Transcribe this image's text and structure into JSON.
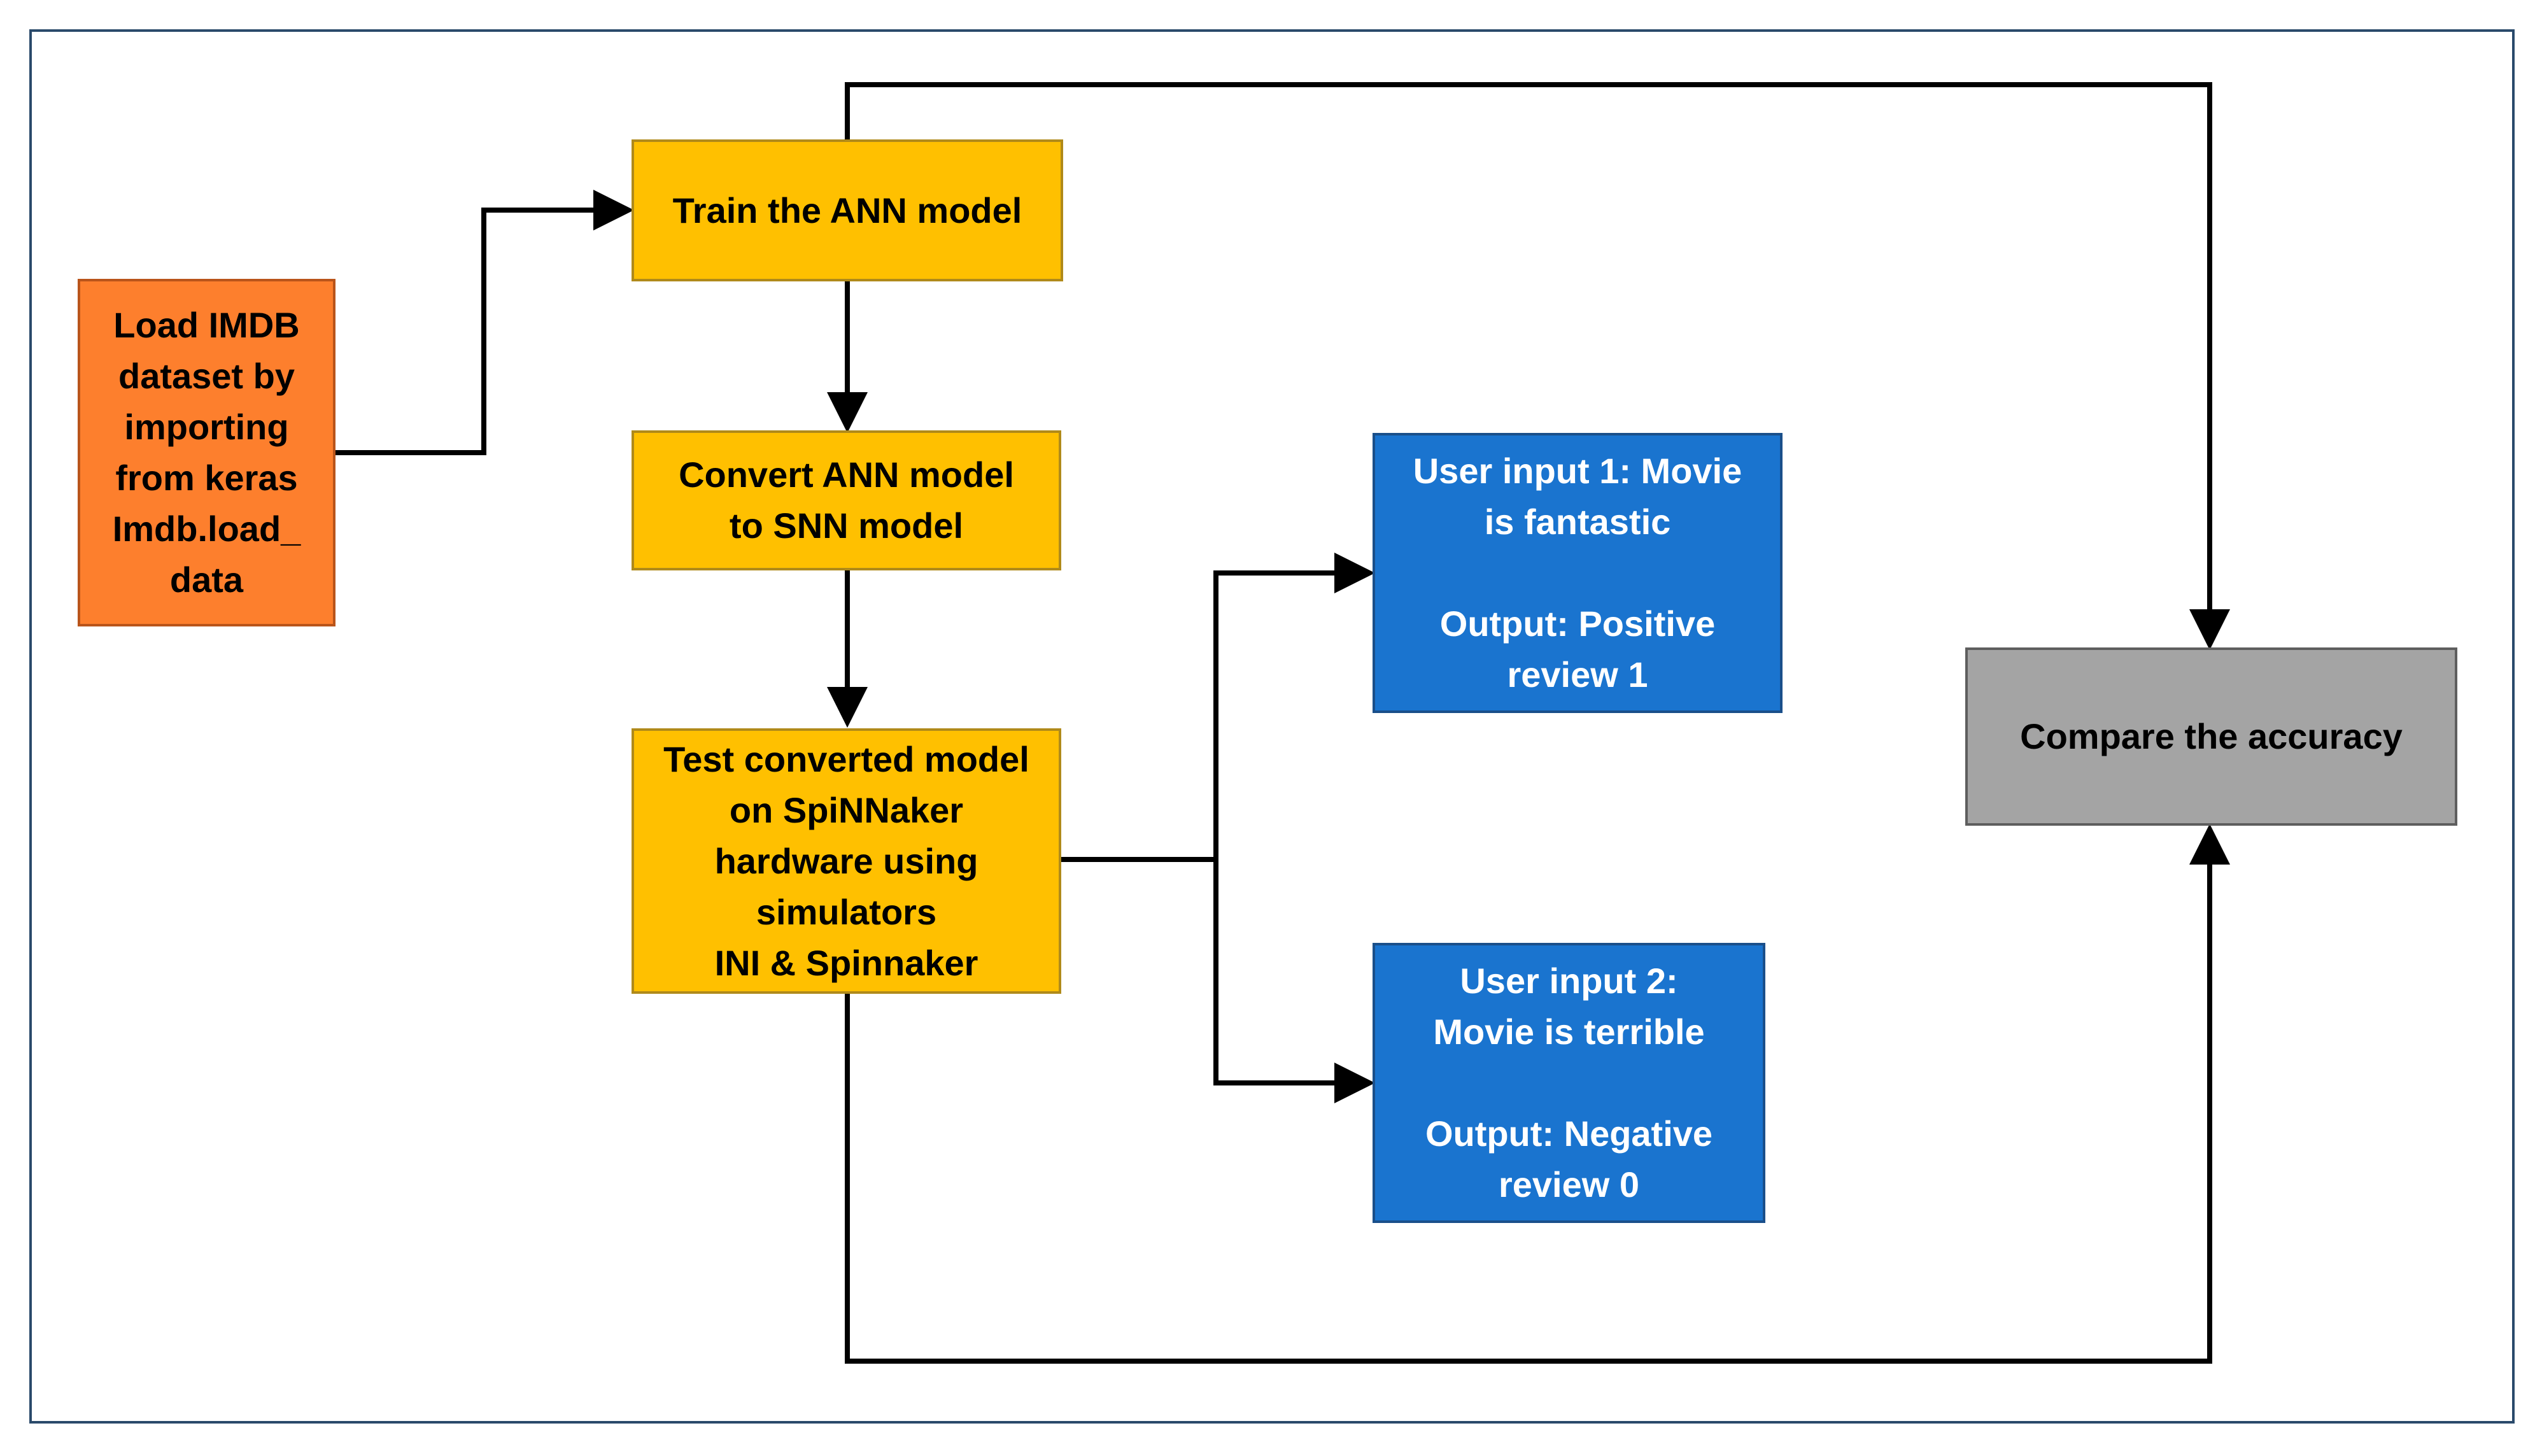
{
  "nodes": {
    "load": {
      "label": "Load IMDB\ndataset by\nimporting\nfrom keras\nImdb.load_\ndata",
      "color": "#fd7f2d"
    },
    "train": {
      "label": "Train the ANN model",
      "color": "#ffc000"
    },
    "convert": {
      "label": "Convert ANN model\nto SNN model",
      "color": "#ffc000"
    },
    "test": {
      "label": "Test converted model\non SpiNNaker\nhardware using\nsimulators\nINI & Spinnaker",
      "color": "#ffc000"
    },
    "user1": {
      "label": "User input 1: Movie\nis fantastic\n\nOutput: Positive\nreview 1",
      "color": "#1a74cf"
    },
    "user2": {
      "label": "User input 2:\nMovie is terrible\n\nOutput: Negative\nreview 0",
      "color": "#1a74cf"
    },
    "compare": {
      "label": "Compare the accuracy",
      "color": "#a4a4a4"
    }
  },
  "edges": [
    {
      "from": "load",
      "to": "train"
    },
    {
      "from": "train",
      "to": "convert"
    },
    {
      "from": "convert",
      "to": "test"
    },
    {
      "from": "test",
      "to": "user1"
    },
    {
      "from": "test",
      "to": "user2"
    },
    {
      "from": "train",
      "to": "compare"
    },
    {
      "from": "test",
      "to": "compare"
    }
  ]
}
